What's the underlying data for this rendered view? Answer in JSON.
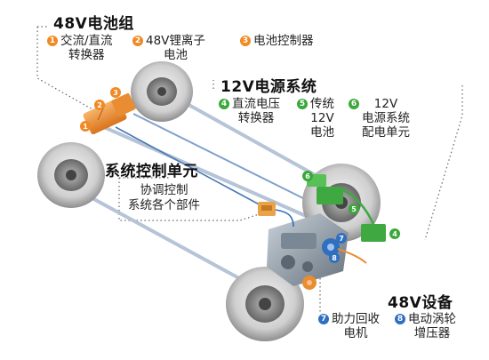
{
  "battery_group": {
    "title": "48V电池组",
    "items": [
      {
        "num": "1",
        "line1": "交流/直流",
        "line2": "转换器"
      },
      {
        "num": "2",
        "line1": "48V锂离子",
        "line2": "电池"
      },
      {
        "num": "3",
        "line1": "电池控制器",
        "line2": ""
      }
    ]
  },
  "power_system_12v": {
    "title": "12V电源系统",
    "items": [
      {
        "num": "4",
        "line1": "直流电压",
        "line2": "转换器",
        "line3": ""
      },
      {
        "num": "5",
        "line1": "传统",
        "line2": "12V",
        "line3": "电池"
      },
      {
        "num": "6",
        "line1": "12V",
        "line2": "电源系统",
        "line3": "配电单元"
      }
    ]
  },
  "control_unit": {
    "title": "系统控制单元",
    "line1": "协调控制",
    "line2": "系统各个部件"
  },
  "devices_48v": {
    "title": "48V设备",
    "items": [
      {
        "num": "7",
        "line1": "助力回收",
        "line2": "电机"
      },
      {
        "num": "8",
        "line1": "电动涡轮",
        "line2": "增压器"
      }
    ]
  },
  "component_labels": [
    "1",
    "2",
    "3",
    "4",
    "5",
    "6",
    "7",
    "8"
  ],
  "colors": {
    "battery_accent": "#f08a24",
    "power_accent": "#3aa83a",
    "device_accent": "#2f6fc0",
    "tire": "#d9d9d9",
    "engine": "#9aa7b3"
  }
}
